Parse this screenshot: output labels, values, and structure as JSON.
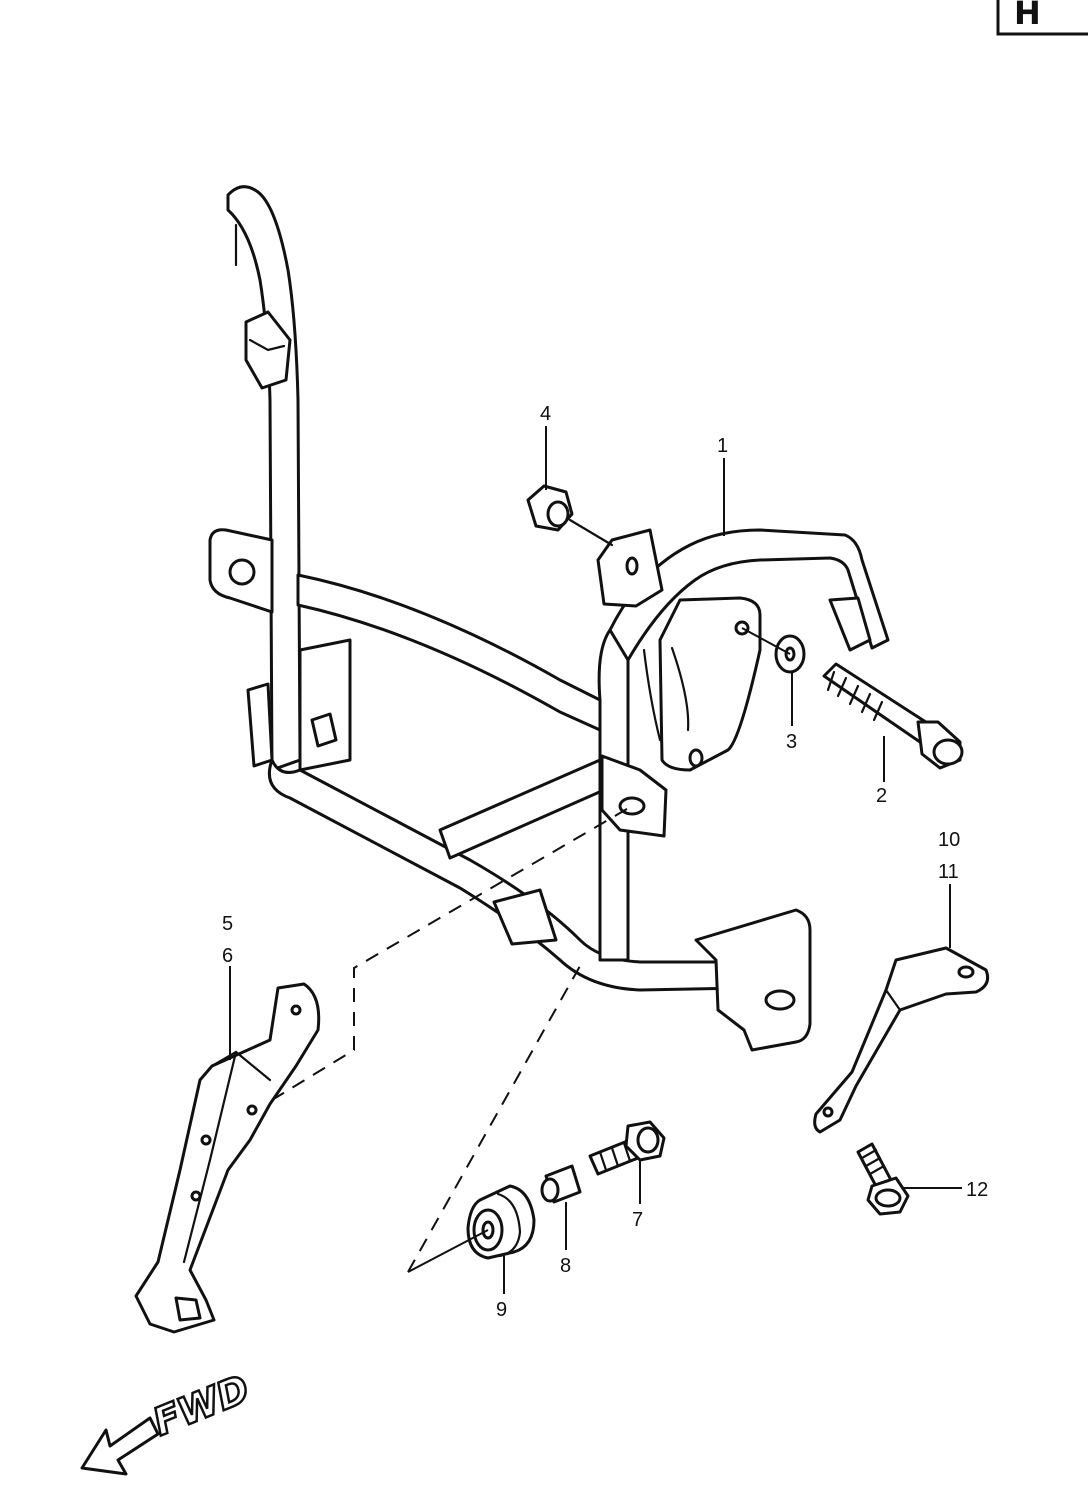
{
  "page_tab": "H",
  "direction": {
    "label": "FWD",
    "icon": "forward-arrow-icon"
  },
  "callouts": [
    {
      "number": "1",
      "part": "frame"
    },
    {
      "number": "2",
      "part": "bolt"
    },
    {
      "number": "3",
      "part": "washer"
    },
    {
      "number": "4",
      "part": "nut"
    },
    {
      "number": "5",
      "part": "bracket"
    },
    {
      "number": "6",
      "part": "bracket"
    },
    {
      "number": "7",
      "part": "bolt"
    },
    {
      "number": "8",
      "part": "collar"
    },
    {
      "number": "9",
      "part": "cushion"
    },
    {
      "number": "10",
      "part": "stay"
    },
    {
      "number": "11",
      "part": "stay"
    },
    {
      "number": "12",
      "part": "bolt"
    }
  ]
}
